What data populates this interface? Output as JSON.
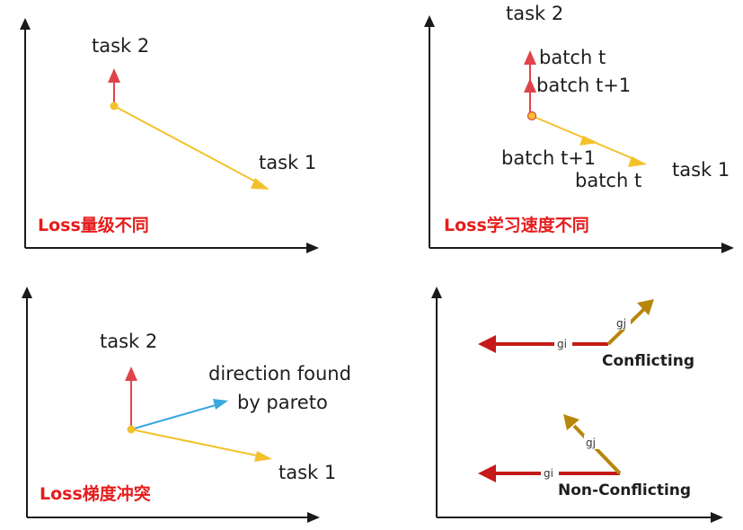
{
  "colors": {
    "axis": "#1a1a1a",
    "yellow": "#f3c12c",
    "red": "#e0444a",
    "blue": "#3aa8e0",
    "dark_red": "#c51a1a",
    "gold": "#b8860b",
    "caption_red": "#e51c1c"
  },
  "panel_a": {
    "task2": "task 2",
    "task1": "task 1",
    "caption": "Loss量级不同"
  },
  "panel_b": {
    "task2": "task 2",
    "batch_t_up": "batch t",
    "batch_t1_up": "batch t+1",
    "batch_t1_right": "batch t+1",
    "batch_t_right": "batch t",
    "task1": "task 1",
    "caption": "Loss学习速度不同"
  },
  "panel_c": {
    "task2": "task 2",
    "direction_line1": "direction found",
    "direction_line2": "by pareto",
    "task1": "task 1",
    "caption": "Loss梯度冲突"
  },
  "panel_d": {
    "gi_top": "gi",
    "gj_top": "gj",
    "conflicting": "Conflicting",
    "gi_bottom": "gi",
    "gj_bottom": "gj",
    "non_conflicting": "Non-Conflicting"
  }
}
